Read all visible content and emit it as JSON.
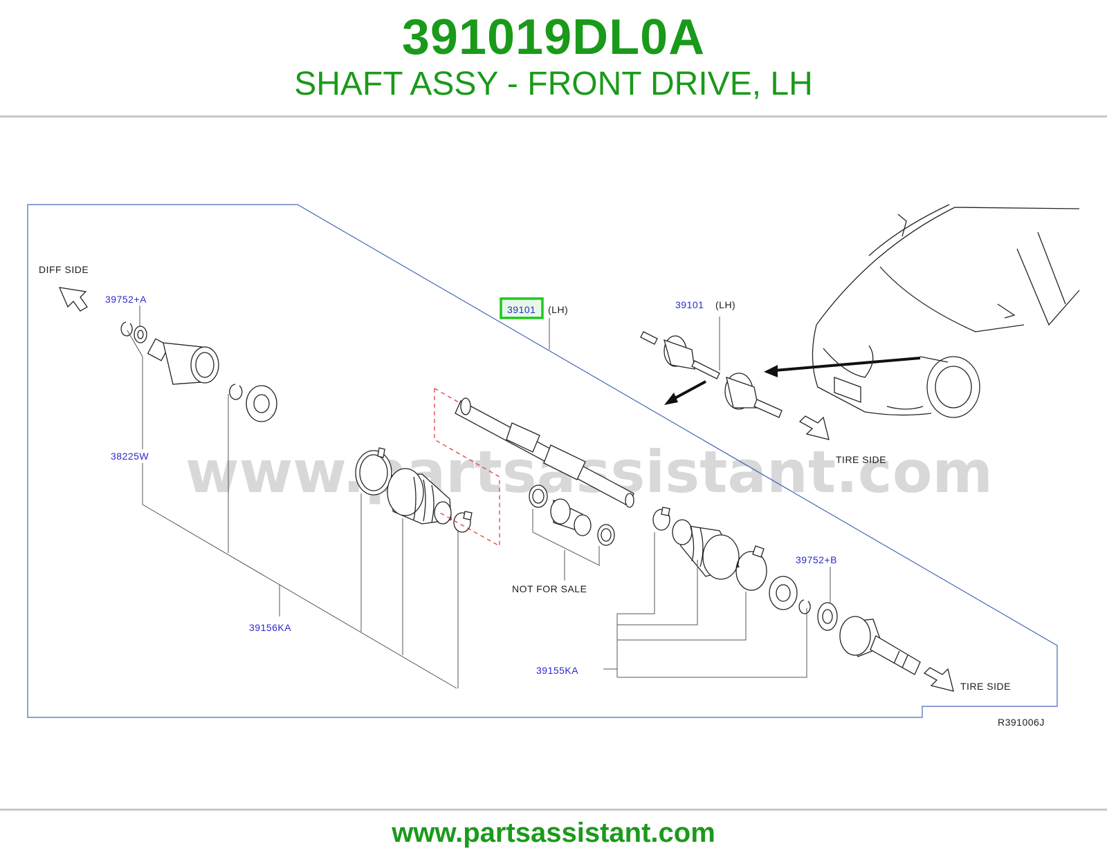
{
  "header": {
    "part_number": "391019DL0A",
    "description": "SHAFT ASSY - FRONT DRIVE, LH"
  },
  "footer": {
    "url": "www.partsassistant.com"
  },
  "diagram": {
    "watermark": "www.partsassistant.com",
    "direction_labels": {
      "diff_side": "DIFF   SIDE",
      "tire_side_upper": "TIRE   SIDE",
      "tire_side_lower": "TIRE   SIDE"
    },
    "callouts": {
      "c39101_main": "39101",
      "c39101_main_suffix": "(LH)",
      "c39101_inset": "39101",
      "c39101_inset_suffix": "(LH)",
      "c39752a": "39752+A",
      "c38225w": "38225W",
      "c39156ka": "39156KA",
      "c39752b": "39752+B",
      "c39155ka": "39155KA",
      "not_for_sale": "NOT   FOR   SALE"
    },
    "reference_code": "R391006J",
    "highlight_color": "#1ec81e",
    "callout_color": "#2a2ad0"
  }
}
